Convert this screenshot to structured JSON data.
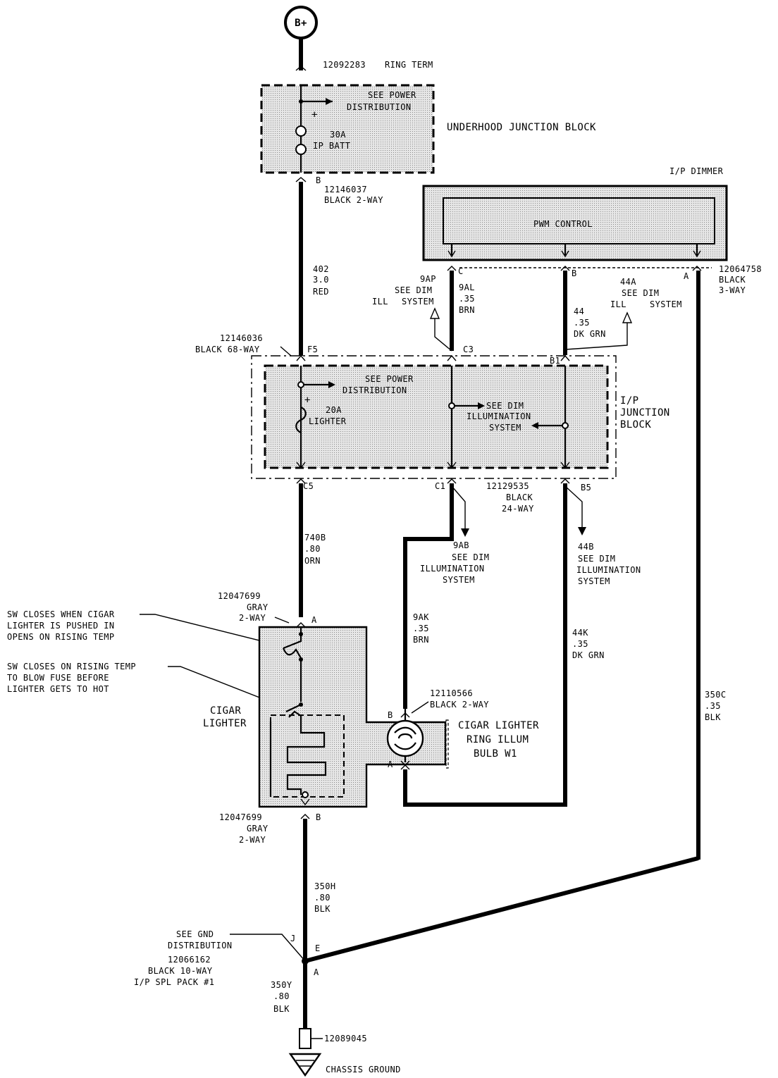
{
  "labels": {
    "bplus": "B+",
    "ring_term_part": "12092283",
    "ring_term": "RING TERM",
    "uhjb_see_power_1": "SEE POWER",
    "uhjb_see_power_2": "DISTRIBUTION",
    "uhjb_fuse_amp": "30A",
    "uhjb_fuse_name": "IP BATT",
    "uhjb_name": "UNDERHOOD JUNCTION BLOCK",
    "uhjb_pin_b": "B",
    "conn_12146037_part": "12146037",
    "conn_12146037_desc": "BLACK 2-WAY",
    "w402_circ": "402",
    "w402_gauge": "3.0",
    "w402_color": "RED",
    "ip_dimmer": "I/P DIMMER",
    "pwm_control": "PWM CONTROL",
    "dim_pin_c": "C",
    "dim_pin_b": "B",
    "dim_pin_a": "A",
    "conn_12064758_part": "12064758",
    "conn_12064758_color": "BLACK",
    "conn_12064758_ways": "3-WAY",
    "w9ap": "9AP",
    "w9ap_see": "SEE DIM",
    "w9ap_ill": "ILL",
    "w9ap_system": "SYSTEM",
    "w9al_circ": "9AL",
    "w9al_gauge": ".35",
    "w9al_color": "BRN",
    "w44_circ": "44",
    "w44_gauge": ".35",
    "w44_color": "DK GRN",
    "w44a": "44A",
    "w44a_see": "SEE DIM",
    "w44a_ill": "ILL",
    "w44a_system": "SYSTEM",
    "conn_12146036_part": "12146036",
    "conn_12146036_desc": "BLACK 68-WAY",
    "pin_f5": "F5",
    "pin_c3": "C3",
    "pin_b1": "B1",
    "ipjb_see_power_1": "SEE POWER",
    "ipjb_see_power_2": "DISTRIBUTION",
    "ipjb_fuse_amp": "20A",
    "ipjb_fuse_name": "LIGHTER",
    "ipjb_see_dim_1": "SEE DIM",
    "ipjb_see_dim_2": "ILLUMINATION",
    "ipjb_see_dim_3": "SYSTEM",
    "ipjb_name_1": "I/P",
    "ipjb_name_2": "JUNCTION",
    "ipjb_name_3": "BLOCK",
    "pin_c5": "C5",
    "pin_c1": "C1",
    "pin_b5": "B5",
    "conn_12129535_part": "12129535",
    "conn_12129535_color": "BLACK",
    "conn_12129535_ways": "24-WAY",
    "w740b_circ": "740B",
    "w740b_gauge": ".80",
    "w740b_color": "ORN",
    "w9ab_circ": "9AB",
    "w9ab_see_1": "SEE DIM",
    "w9ab_see_2": "ILLUMINATION",
    "w9ab_see_3": "SYSTEM",
    "w44b_circ": "44B",
    "w44b_see_1": "SEE DIM",
    "w44b_see_2": "ILLUMINATION",
    "w44b_see_3": "SYSTEM",
    "conn_12047699a_part": "12047699",
    "conn_12047699a_color": "GRAY",
    "conn_12047699a_ways": "2-WAY",
    "cl_pin_a": "A",
    "sw1_note_1": "SW CLOSES WHEN CIGAR",
    "sw1_note_2": "LIGHTER IS PUSHED IN",
    "sw1_note_3": "OPENS ON RISING TEMP",
    "sw2_note_1": "SW CLOSES ON RISING TEMP",
    "sw2_note_2": "TO BLOW FUSE BEFORE",
    "sw2_note_3": "LIGHTER GETS TO HOT",
    "cigar_1": "CIGAR",
    "cigar_2": "LIGHTER",
    "w9ak_circ": "9AK",
    "w9ak_gauge": ".35",
    "w9ak_color": "BRN",
    "w44k_circ": "44K",
    "w44k_gauge": ".35",
    "w44k_color": "DK GRN",
    "w350c_circ": "350C",
    "w350c_gauge": ".35",
    "w350c_color": "BLK",
    "conn_12110566_part": "12110566",
    "conn_12110566_desc": "BLACK 2-WAY",
    "bulb_pin_b": "B",
    "bulb_pin_a": "A",
    "bulb_1": "CIGAR LIGHTER",
    "bulb_2": "RING ILLUM",
    "bulb_3": "BULB W1",
    "conn_12047699b_part": "12047699",
    "conn_12047699b_color": "GRAY",
    "conn_12047699b_ways": "2-WAY",
    "cl_pin_b": "B",
    "w350h_circ": "350H",
    "w350h_gauge": ".80",
    "w350h_color": "BLK",
    "gnd_see_1": "SEE GND",
    "gnd_see_2": "DISTRIBUTION",
    "splice_part": "12066162",
    "splice_desc_1": "BLACK 10-WAY",
    "splice_desc_2": "I/P SPL PACK #1",
    "splice_pin_j": "J",
    "splice_pin_e": "E",
    "splice_pin_a": "A",
    "w350y_circ": "350Y",
    "w350y_gauge": ".80",
    "w350y_color": "BLK",
    "ground_part": "12089045",
    "ground_name": "CHASSIS GROUND"
  }
}
